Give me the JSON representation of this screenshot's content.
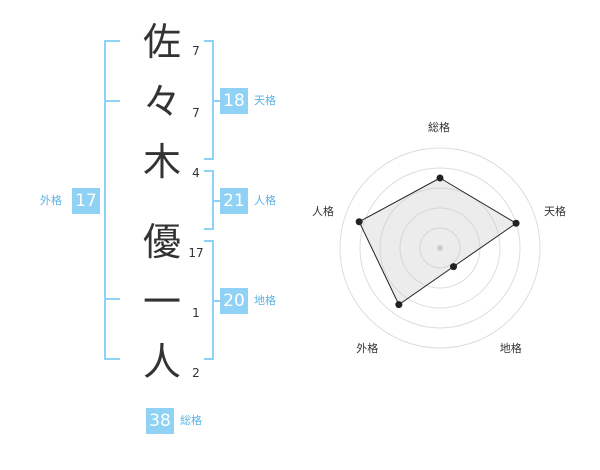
{
  "name": {
    "characters": [
      {
        "char": "佐",
        "strokes": "7"
      },
      {
        "char": "々",
        "strokes": "7"
      },
      {
        "char": "木",
        "strokes": "4"
      },
      {
        "char": "優",
        "strokes": "17"
      },
      {
        "char": "一",
        "strokes": "1"
      },
      {
        "char": "人",
        "strokes": "2"
      }
    ]
  },
  "fortunes": {
    "tenkaku": {
      "value": "18",
      "label": "天格"
    },
    "jinkaku": {
      "value": "21",
      "label": "人格"
    },
    "chikaku": {
      "value": "20",
      "label": "地格"
    },
    "gaikaku": {
      "value": "17",
      "label": "外格"
    },
    "soukaku": {
      "value": "38",
      "label": "総格"
    }
  },
  "colors": {
    "accent": "#8fd2f5",
    "accent_text": "#5ab3e6",
    "text": "#333333",
    "radar_fill": "#eeeeee"
  },
  "chart_data": {
    "type": "radar",
    "axes": [
      "総格",
      "天格",
      "地格",
      "外格",
      "人格"
    ],
    "values": [
      0.7,
      0.8,
      0.23,
      0.7,
      0.85
    ],
    "range": [
      0,
      1
    ],
    "rings": 4,
    "grid": true
  }
}
